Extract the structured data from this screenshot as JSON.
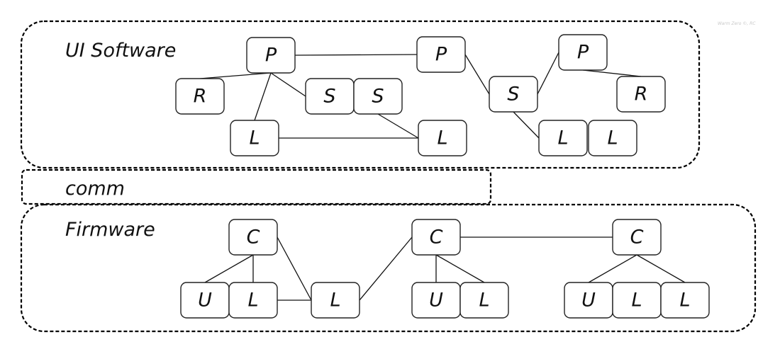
{
  "watermark": "Warm Zero ©, RC",
  "groups": [
    {
      "id": "ui-software",
      "label": "UI Software"
    },
    {
      "id": "comm",
      "label": "comm"
    },
    {
      "id": "firmware",
      "label": "Firmware"
    }
  ],
  "nodes": [
    {
      "id": "p1",
      "label": "P",
      "group": "ui-software"
    },
    {
      "id": "r1",
      "label": "R",
      "group": "ui-software"
    },
    {
      "id": "l1",
      "label": "L",
      "group": "ui-software"
    },
    {
      "id": "s1",
      "label": "S",
      "group": "ui-software"
    },
    {
      "id": "s2",
      "label": "S",
      "group": "ui-software"
    },
    {
      "id": "p2",
      "label": "P",
      "group": "ui-software"
    },
    {
      "id": "l2",
      "label": "L",
      "group": "ui-software"
    },
    {
      "id": "s3",
      "label": "S",
      "group": "ui-software"
    },
    {
      "id": "p3",
      "label": "P",
      "group": "ui-software"
    },
    {
      "id": "r2",
      "label": "R",
      "group": "ui-software"
    },
    {
      "id": "l3",
      "label": "L",
      "group": "ui-software"
    },
    {
      "id": "l4",
      "label": "L",
      "group": "ui-software"
    },
    {
      "id": "c1",
      "label": "C",
      "group": "firmware"
    },
    {
      "id": "u1",
      "label": "U",
      "group": "firmware"
    },
    {
      "id": "l5",
      "label": "L",
      "group": "firmware"
    },
    {
      "id": "l6",
      "label": "L",
      "group": "firmware"
    },
    {
      "id": "c2",
      "label": "C",
      "group": "firmware"
    },
    {
      "id": "u2",
      "label": "U",
      "group": "firmware"
    },
    {
      "id": "l7",
      "label": "L",
      "group": "firmware"
    },
    {
      "id": "c3",
      "label": "C",
      "group": "firmware"
    },
    {
      "id": "u3",
      "label": "U",
      "group": "firmware"
    },
    {
      "id": "l8",
      "label": "L",
      "group": "firmware"
    },
    {
      "id": "l9",
      "label": "L",
      "group": "firmware"
    }
  ],
  "edges": [
    [
      "p1",
      "p2"
    ],
    [
      "p1",
      "r1"
    ],
    [
      "p1",
      "l1"
    ],
    [
      "p1",
      "s1"
    ],
    [
      "l1",
      "l2"
    ],
    [
      "s2",
      "l2"
    ],
    [
      "p2",
      "s3"
    ],
    [
      "s3",
      "p3"
    ],
    [
      "p3",
      "r2"
    ],
    [
      "s3",
      "l3"
    ],
    [
      "c1",
      "u1"
    ],
    [
      "c1",
      "l5"
    ],
    [
      "c1",
      "l6"
    ],
    [
      "l5",
      "l6"
    ],
    [
      "l6",
      "c2"
    ],
    [
      "c2",
      "c3"
    ],
    [
      "c2",
      "u2"
    ],
    [
      "c2",
      "l7"
    ],
    [
      "c3",
      "u3"
    ],
    [
      "c3",
      "l9"
    ]
  ]
}
